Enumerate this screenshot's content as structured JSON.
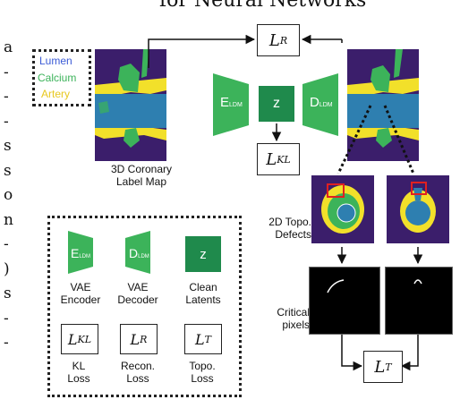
{
  "header_text": "for Neural Networks",
  "left_fragments": [
    "a",
    "-",
    "-",
    "-",
    "s",
    "s",
    "o",
    "n",
    "-",
    ")",
    "s",
    "-",
    "-"
  ],
  "legend": {
    "lumen": "Lumen",
    "calcium": "Calcium",
    "artery": "Artery",
    "lumen_color": "#3b5bd6",
    "calcium_color": "#3cb35a",
    "artery_color": "#f2e02a"
  },
  "loss_R": "L",
  "loss_R_sub": "R",
  "loss_KL": "L",
  "loss_KL_sub": "KL",
  "loss_T": "L",
  "loss_T_sub": "T",
  "encoder_label": "E",
  "encoder_sub": "LDM",
  "decoder_label": "D",
  "decoder_sub": "LDM",
  "z_label": "z",
  "input_caption_line1": "3D Coronary",
  "input_caption_line2": "Label Map",
  "defects_line1": "2D Topo.",
  "defects_line2": "Defects",
  "critical_line1": "Critical",
  "critical_line2": "pixels",
  "key": {
    "vae_encoder_line1": "VAE",
    "vae_encoder_line2": "Encoder",
    "vae_decoder_line1": "VAE",
    "vae_decoder_line2": "Decoder",
    "clean_latents_line1": "Clean",
    "clean_latents_line2": "Latents",
    "kl_loss_line1": "KL",
    "kl_loss_line2": "Loss",
    "recon_loss_line1": "Recon.",
    "recon_loss_line2": "Loss",
    "topo_loss_line1": "Topo.",
    "topo_loss_line2": "Loss"
  },
  "colors": {
    "background_purple": "#3b1e6b",
    "green": "#3cb35a",
    "dark_green": "#1f8a4c",
    "yellow": "#f2e02a",
    "blue": "#2e7fb0"
  }
}
